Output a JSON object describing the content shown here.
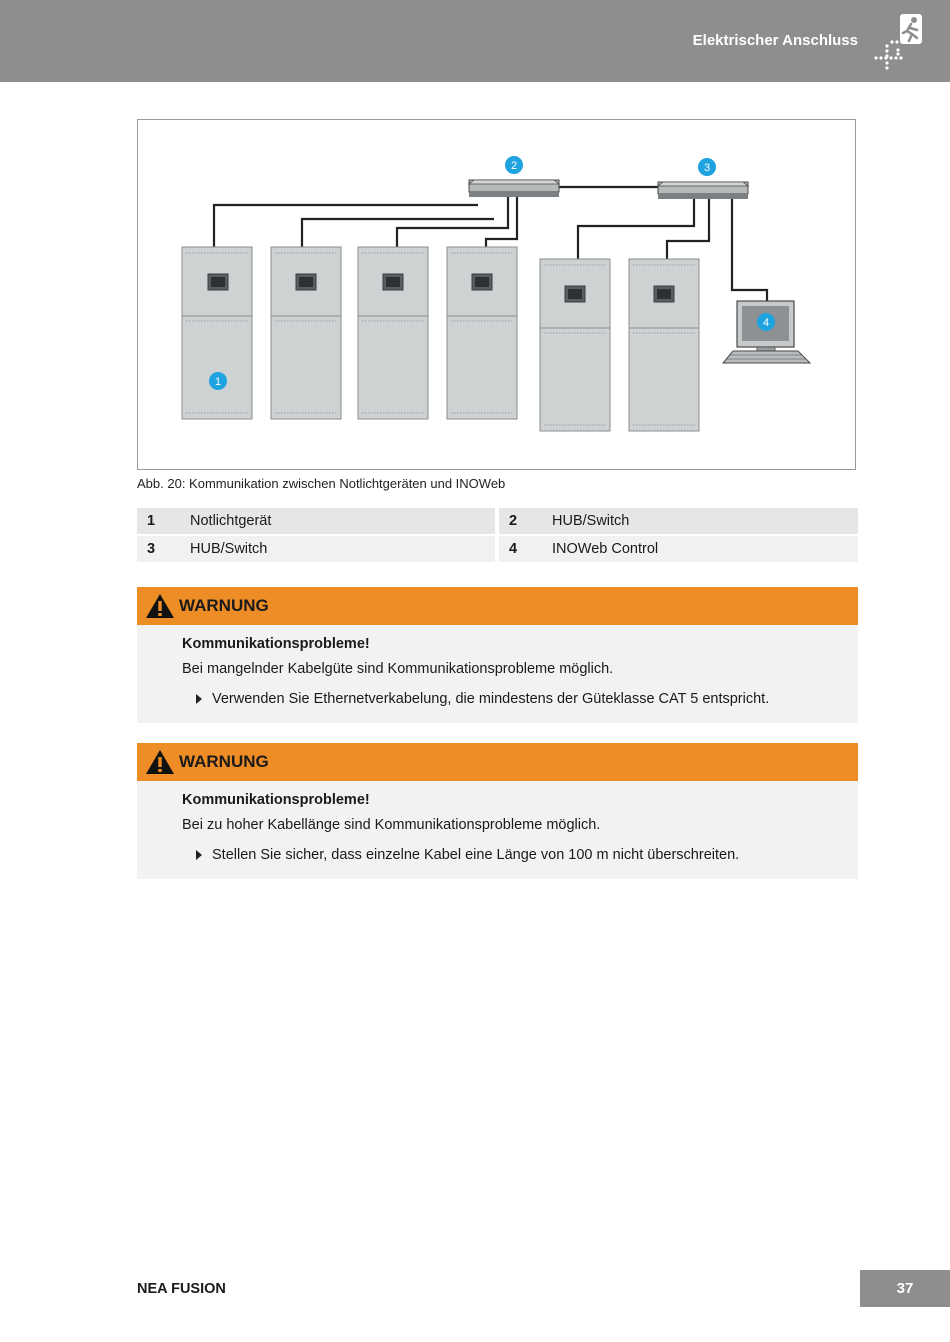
{
  "header": {
    "title": "Elektrischer Anschluss",
    "icon": "emergency-exit-icon"
  },
  "figure": {
    "markers": {
      "m1": "1",
      "m2": "2",
      "m3": "3",
      "m4": "4"
    },
    "caption": "Abb. 20: Kommunikation zwischen Notlichtgeräten und INOWeb"
  },
  "legend": [
    {
      "num": "1",
      "label": "Notlichtgerät",
      "num2": "2",
      "label2": "HUB/Switch"
    },
    {
      "num": "3",
      "label": "HUB/Switch",
      "num2": "4",
      "label2": "INOWeb Control"
    }
  ],
  "warnings": [
    {
      "label": "WARNUNG",
      "title": "Kommunikationsprobleme!",
      "text": "Bei mangelnder Kabelgüte sind Kommunikationsprobleme möglich.",
      "step": "Verwenden Sie Ethernetverkabelung, die mindestens der Güteklasse CAT 5 entspricht."
    },
    {
      "label": "WARNUNG",
      "title": "Kommunikationsprobleme!",
      "text": "Bei zu hoher Kabellänge sind Kommunikationsprobleme möglich.",
      "step": "Stellen Sie sicher, dass einzelne Kabel eine Länge von 100 m nicht überschreiten."
    }
  ],
  "footer": {
    "brand": "NEA FUSION",
    "page": "37"
  },
  "colors": {
    "header_gray": "#8e8e8e",
    "warning_orange": "#ee8c26",
    "marker_blue": "#1fa3e0"
  }
}
